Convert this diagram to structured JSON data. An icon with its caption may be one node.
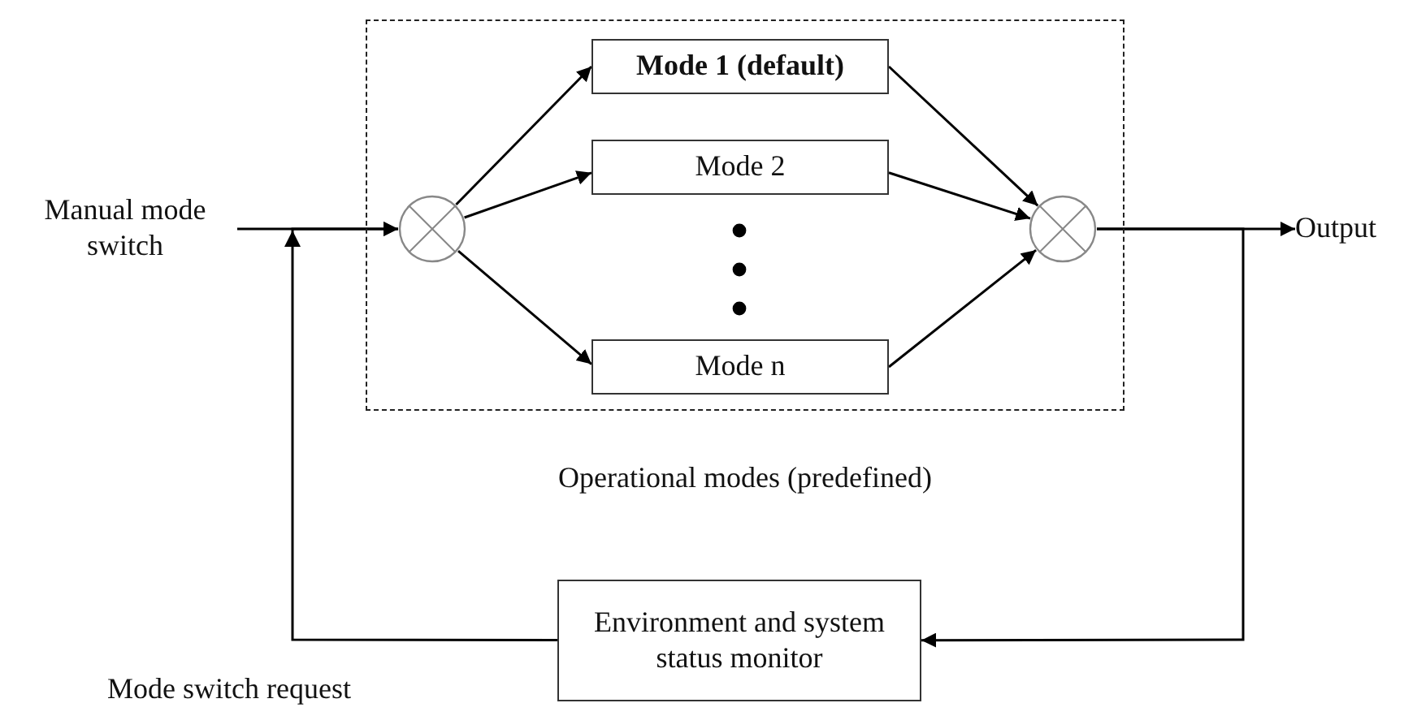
{
  "diagram": {
    "nodes": [
      {
        "text": [
          "Operational modes (predefined)"
        ]
      },
      {
        "text": [
          "Manual mode switch"
        ]
      },
      {
        "text": [],
        "shape": "circle",
        "in": 0
      },
      {
        "text": [
          "Mode 1 (default)"
        ],
        "in": 0
      },
      {
        "text": [
          "Mode 2"
        ],
        "in": 0
      },
      {
        "text": [
          "Mode n"
        ],
        "in": 0
      },
      {
        "text": [],
        "shape": "circle",
        "in": 0
      },
      {
        "text": [
          "Output"
        ]
      },
      {
        "text": [
          "Environment and system status monitor"
        ]
      }
    ],
    "edges": [
      {
        "from": 1,
        "to": 2,
        "arrow": "to"
      },
      {
        "from": 2,
        "to": 3,
        "arrow": "to"
      },
      {
        "from": 2,
        "to": 4,
        "arrow": "to"
      },
      {
        "from": 2,
        "to": 5,
        "arrow": "to"
      },
      {
        "from": 3,
        "to": 6,
        "arrow": "to"
      },
      {
        "from": 4,
        "to": 6,
        "arrow": "to"
      },
      {
        "from": 5,
        "to": 6,
        "arrow": "to"
      },
      {
        "from": 6,
        "to": 7,
        "arrow": "to"
      },
      {
        "from": 6,
        "to": 8,
        "arrow": "to"
      },
      {
        "from": 8,
        "to": 2,
        "arrow": "to"
      }
    ],
    "labels": [
      "Mode switch request"
    ]
  }
}
